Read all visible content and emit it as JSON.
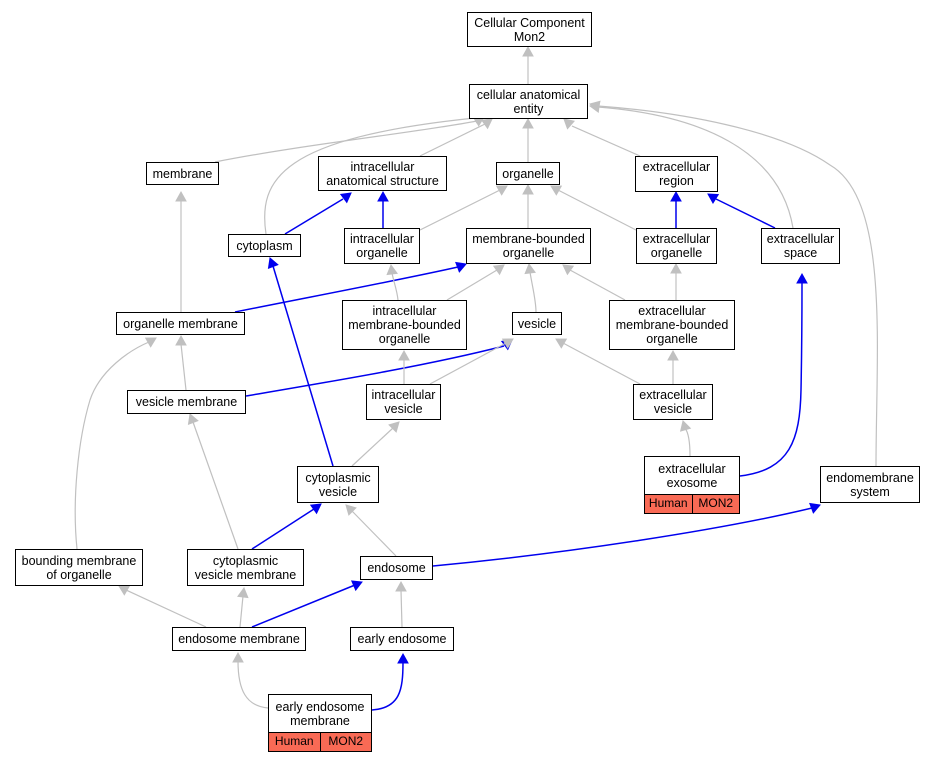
{
  "colors": {
    "is_a_edge": "#c0c0c0",
    "part_of_edge": "#0000ee",
    "annotation_badge": "#f96a55"
  },
  "nodes": {
    "cellular_component": {
      "label": "Cellular Component\nMon2"
    },
    "cellular_anatomical_entity": {
      "label": "cellular anatomical\nentity"
    },
    "membrane": {
      "label": "membrane"
    },
    "intracellular_anatomical_structure": {
      "label": "intracellular\nanatomical structure"
    },
    "organelle": {
      "label": "organelle"
    },
    "extracellular_region": {
      "label": "extracellular\nregion"
    },
    "cytoplasm": {
      "label": "cytoplasm"
    },
    "intracellular_organelle": {
      "label": "intracellular\norganelle"
    },
    "membrane_bounded_organelle": {
      "label": "membrane-bounded\norganelle"
    },
    "extracellular_organelle": {
      "label": "extracellular\norganelle"
    },
    "extracellular_space": {
      "label": "extracellular\nspace"
    },
    "organelle_membrane": {
      "label": "organelle membrane"
    },
    "intracellular_membrane_bounded_organelle": {
      "label": "intracellular\nmembrane-bounded\norganelle"
    },
    "vesicle": {
      "label": "vesicle"
    },
    "extracellular_membrane_bounded_organelle": {
      "label": "extracellular\nmembrane-bounded\norganelle"
    },
    "vesicle_membrane": {
      "label": "vesicle membrane"
    },
    "intracellular_vesicle": {
      "label": "intracellular\nvesicle"
    },
    "extracellular_vesicle": {
      "label": "extracellular\nvesicle"
    },
    "extracellular_exosome": {
      "label": "extracellular\nexosome",
      "badges": [
        "Human",
        "MON2"
      ]
    },
    "cytoplasmic_vesicle": {
      "label": "cytoplasmic\nvesicle"
    },
    "endomembrane_system": {
      "label": "endomembrane\nsystem"
    },
    "bounding_membrane_of_organelle": {
      "label": "bounding membrane\nof organelle"
    },
    "cytoplasmic_vesicle_membrane": {
      "label": "cytoplasmic\nvesicle membrane"
    },
    "endosome": {
      "label": "endosome"
    },
    "endosome_membrane": {
      "label": "endosome membrane"
    },
    "early_endosome": {
      "label": "early endosome"
    },
    "early_endosome_membrane": {
      "label": "early endosome\nmembrane",
      "badges": [
        "Human",
        "MON2"
      ]
    }
  },
  "edges": [
    {
      "from": "cellular_anatomical_entity",
      "to": "cellular_component",
      "type": "is_a"
    },
    {
      "from": "membrane",
      "to": "cellular_anatomical_entity",
      "type": "is_a"
    },
    {
      "from": "intracellular_anatomical_structure",
      "to": "cellular_anatomical_entity",
      "type": "is_a"
    },
    {
      "from": "organelle",
      "to": "cellular_anatomical_entity",
      "type": "is_a"
    },
    {
      "from": "extracellular_region",
      "to": "cellular_anatomical_entity",
      "type": "is_a"
    },
    {
      "from": "cytoplasm",
      "to": "cellular_anatomical_entity",
      "type": "is_a"
    },
    {
      "from": "extracellular_space",
      "to": "cellular_anatomical_entity",
      "type": "is_a"
    },
    {
      "from": "endomembrane_system",
      "to": "cellular_anatomical_entity",
      "type": "is_a"
    },
    {
      "from": "cytoplasm",
      "to": "intracellular_anatomical_structure",
      "type": "part_of"
    },
    {
      "from": "intracellular_organelle",
      "to": "intracellular_anatomical_structure",
      "type": "part_of"
    },
    {
      "from": "intracellular_organelle",
      "to": "organelle",
      "type": "is_a"
    },
    {
      "from": "membrane_bounded_organelle",
      "to": "organelle",
      "type": "is_a"
    },
    {
      "from": "extracellular_organelle",
      "to": "organelle",
      "type": "is_a"
    },
    {
      "from": "extracellular_organelle",
      "to": "extracellular_region",
      "type": "part_of"
    },
    {
      "from": "extracellular_space",
      "to": "extracellular_region",
      "type": "part_of"
    },
    {
      "from": "organelle_membrane",
      "to": "membrane",
      "type": "is_a"
    },
    {
      "from": "organelle_membrane",
      "to": "membrane_bounded_organelle",
      "type": "part_of"
    },
    {
      "from": "intracellular_membrane_bounded_organelle",
      "to": "intracellular_organelle",
      "type": "is_a"
    },
    {
      "from": "intracellular_membrane_bounded_organelle",
      "to": "membrane_bounded_organelle",
      "type": "is_a"
    },
    {
      "from": "vesicle",
      "to": "membrane_bounded_organelle",
      "type": "is_a"
    },
    {
      "from": "extracellular_membrane_bounded_organelle",
      "to": "membrane_bounded_organelle",
      "type": "is_a"
    },
    {
      "from": "extracellular_membrane_bounded_organelle",
      "to": "extracellular_organelle",
      "type": "is_a"
    },
    {
      "from": "vesicle_membrane",
      "to": "organelle_membrane",
      "type": "is_a"
    },
    {
      "from": "vesicle_membrane",
      "to": "vesicle",
      "type": "part_of"
    },
    {
      "from": "intracellular_vesicle",
      "to": "intracellular_membrane_bounded_organelle",
      "type": "is_a"
    },
    {
      "from": "intracellular_vesicle",
      "to": "vesicle",
      "type": "is_a"
    },
    {
      "from": "extracellular_vesicle",
      "to": "vesicle",
      "type": "is_a"
    },
    {
      "from": "extracellular_vesicle",
      "to": "extracellular_membrane_bounded_organelle",
      "type": "is_a"
    },
    {
      "from": "extracellular_exosome",
      "to": "extracellular_vesicle",
      "type": "is_a"
    },
    {
      "from": "extracellular_exosome",
      "to": "extracellular_space",
      "type": "part_of"
    },
    {
      "from": "cytoplasmic_vesicle",
      "to": "cytoplasm",
      "type": "part_of"
    },
    {
      "from": "cytoplasmic_vesicle",
      "to": "intracellular_vesicle",
      "type": "is_a"
    },
    {
      "from": "bounding_membrane_of_organelle",
      "to": "organelle_membrane",
      "type": "is_a"
    },
    {
      "from": "cytoplasmic_vesicle_membrane",
      "to": "vesicle_membrane",
      "type": "is_a"
    },
    {
      "from": "cytoplasmic_vesicle_membrane",
      "to": "cytoplasmic_vesicle",
      "type": "part_of"
    },
    {
      "from": "endosome",
      "to": "cytoplasmic_vesicle",
      "type": "is_a"
    },
    {
      "from": "endosome",
      "to": "endomembrane_system",
      "type": "part_of"
    },
    {
      "from": "endosome_membrane",
      "to": "bounding_membrane_of_organelle",
      "type": "is_a"
    },
    {
      "from": "endosome_membrane",
      "to": "cytoplasmic_vesicle_membrane",
      "type": "is_a"
    },
    {
      "from": "endosome_membrane",
      "to": "endosome",
      "type": "part_of"
    },
    {
      "from": "early_endosome",
      "to": "endosome",
      "type": "is_a"
    },
    {
      "from": "early_endosome_membrane",
      "to": "endosome_membrane",
      "type": "is_a"
    },
    {
      "from": "early_endosome_membrane",
      "to": "early_endosome",
      "type": "part_of"
    }
  ]
}
